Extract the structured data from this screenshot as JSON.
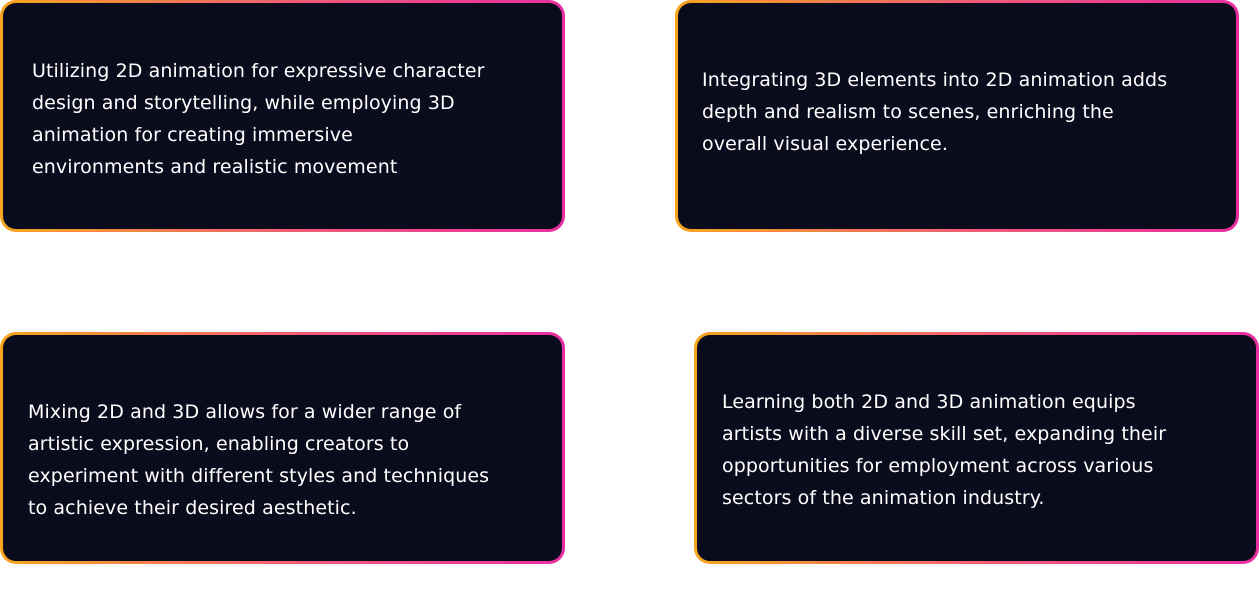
{
  "cards": [
    {
      "text": "Utilizing 2D animation for expressive character\ndesign and storytelling, while employing 3D\nanimation for creating immersive\nenvironments and realistic movement"
    },
    {
      "text": " Integrating 3D elements into 2D animation adds\ndepth and realism to scenes, enriching the\noverall visual experience."
    },
    {
      "text": " Mixing 2D and 3D allows for a wider range of\nartistic expression, enabling creators to\nexperiment with different styles and techniques\nto achieve their desired aesthetic."
    },
    {
      "text": "Learning both 2D and 3D animation equips\nartists with a diverse skill set, expanding their\nopportunities for employment across various\nsectors of the animation industry."
    }
  ],
  "colors": {
    "card_background": "#0a0b1c",
    "border_gradient_start": "#f7a51e",
    "border_gradient_end": "#e82ea0",
    "text": "#ffffff",
    "page_background": "#ffffff"
  }
}
